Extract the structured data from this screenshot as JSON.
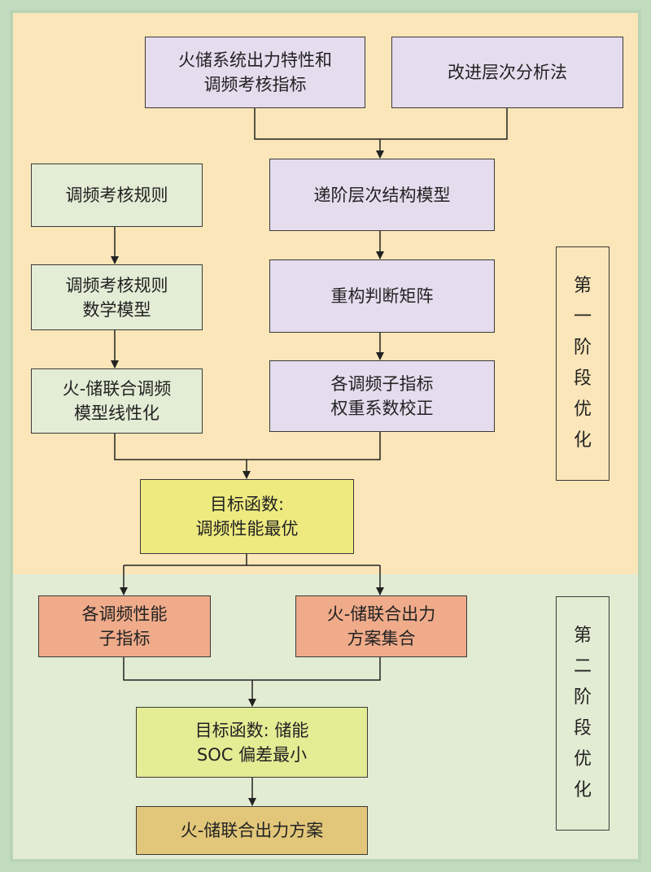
{
  "nodes": {
    "char_index": "火储系统出力特性和\n调频考核指标",
    "ahp": "改进层次分析法",
    "hier_model": "递阶层次结构模型",
    "rules": "调频考核规则",
    "rules_math": "调频考核规则\n数学模型",
    "linearize": "火-储联合调频\n模型线性化",
    "matrix": "重构判断矩阵",
    "weight": "各调频子指标\n权重系数校正",
    "obj1": "目标函数:\n调频性能最优",
    "sub_index": "各调频性能\n子指标",
    "scheme_set": "火-储联合出力\n方案集合",
    "obj2": "目标函数: 储能\nSOC 偏差最小",
    "final": "火-储联合出力方案"
  },
  "stages": {
    "stage1": "第一阶段优化",
    "stage2": "第二阶段优化"
  },
  "colors": {
    "stage1_bg": "#fae6b8",
    "stage2_bg": "#e2ecd3",
    "purple": "#e5dcee",
    "green": "#e3ecd5",
    "yellow": "#eeea80",
    "salmon": "#efab8a",
    "tan": "#e2c77a"
  }
}
